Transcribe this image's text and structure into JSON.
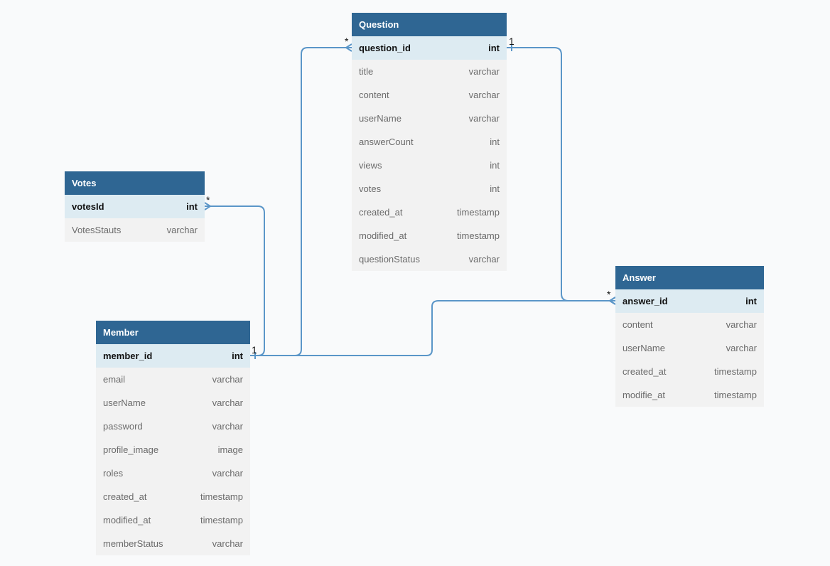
{
  "diagram": {
    "colors": {
      "background": "#f9fafb",
      "header": "#2f6693",
      "key_row": "#ddebf2",
      "row": "#f2f2f2",
      "edge": "#5b96c8"
    },
    "tables": [
      {
        "id": "question",
        "name": "Question",
        "columns": [
          {
            "name": "question_id",
            "type": "int",
            "key": true
          },
          {
            "name": "title",
            "type": "varchar"
          },
          {
            "name": "content",
            "type": "varchar"
          },
          {
            "name": "userName",
            "type": "varchar"
          },
          {
            "name": "answerCount",
            "type": "int"
          },
          {
            "name": "views",
            "type": "int"
          },
          {
            "name": "votes",
            "type": "int"
          },
          {
            "name": "created_at",
            "type": "timestamp"
          },
          {
            "name": "modified_at",
            "type": "timestamp"
          },
          {
            "name": "questionStatus",
            "type": "varchar"
          }
        ]
      },
      {
        "id": "votes",
        "name": "Votes",
        "columns": [
          {
            "name": "votesId",
            "type": "int",
            "key": true
          },
          {
            "name": "VotesStauts",
            "type": "varchar"
          }
        ]
      },
      {
        "id": "answer",
        "name": "Answer",
        "columns": [
          {
            "name": "answer_id",
            "type": "int",
            "key": true
          },
          {
            "name": "content",
            "type": "varchar"
          },
          {
            "name": "userName",
            "type": "varchar"
          },
          {
            "name": "created_at",
            "type": "timestamp"
          },
          {
            "name": "modifie_at",
            "type": "timestamp"
          }
        ]
      },
      {
        "id": "member",
        "name": "Member",
        "columns": [
          {
            "name": "member_id",
            "type": "int",
            "key": true
          },
          {
            "name": "email",
            "type": "varchar"
          },
          {
            "name": "userName",
            "type": "varchar"
          },
          {
            "name": "password",
            "type": "varchar"
          },
          {
            "name": "profile_image",
            "type": "image"
          },
          {
            "name": "roles",
            "type": "varchar"
          },
          {
            "name": "created_at",
            "type": "timestamp"
          },
          {
            "name": "modified_at",
            "type": "timestamp"
          },
          {
            "name": "memberStatus",
            "type": "varchar"
          }
        ]
      }
    ],
    "relationships": [
      {
        "id": "member-question",
        "from": "member.member_id",
        "to": "question.question_id",
        "from_card": "1",
        "to_card": "*"
      },
      {
        "id": "member-votes",
        "from": "member.member_id",
        "to": "votes.votesId",
        "from_card": "1",
        "to_card": "*"
      },
      {
        "id": "member-answer",
        "from": "member.member_id",
        "to": "answer.answer_id",
        "from_card": "1",
        "to_card": "*"
      },
      {
        "id": "question-answer",
        "from": "question.question_id",
        "to": "answer.answer_id",
        "from_card": "1",
        "to_card": "*"
      }
    ]
  }
}
